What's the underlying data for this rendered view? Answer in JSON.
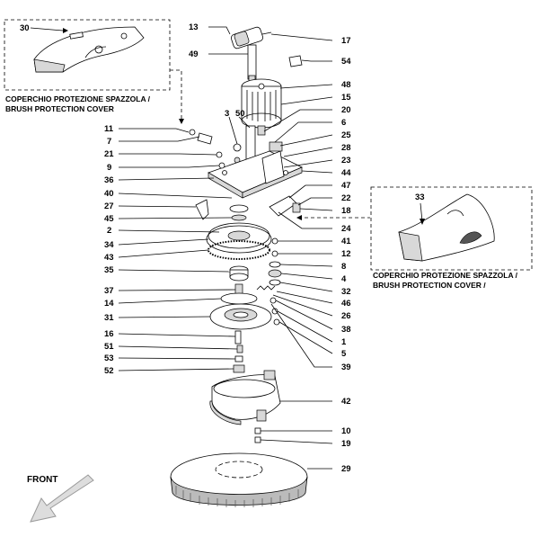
{
  "left_inset": {
    "part_number": "30",
    "caption_line1": "COPERCHIO PROTEZIONE SPAZZOLA /",
    "caption_line2": "BRUSH PROTECTION COVER"
  },
  "right_inset": {
    "part_number": "33",
    "caption_line1": "COPERCHIO PROTEZIONE SPAZZOLA /",
    "caption_line2": "BRUSH PROTECTION COVER /"
  },
  "front_label": "FRONT",
  "labels_left": [
    "13",
    "49",
    "11",
    "7",
    "21",
    "9",
    "36",
    "40",
    "27",
    "45",
    "2",
    "34",
    "43",
    "35",
    "37",
    "14",
    "31",
    "16",
    "51",
    "53",
    "52"
  ],
  "labels_top": [
    "3",
    "50"
  ],
  "labels_right": [
    "17",
    "54",
    "48",
    "15",
    "20",
    "6",
    "25",
    "28",
    "23",
    "44",
    "47",
    "22",
    "18",
    "24",
    "41",
    "12",
    "8",
    "4",
    "32",
    "46",
    "26",
    "38",
    "1",
    "5",
    "39",
    "42",
    "10",
    "19",
    "29"
  ]
}
